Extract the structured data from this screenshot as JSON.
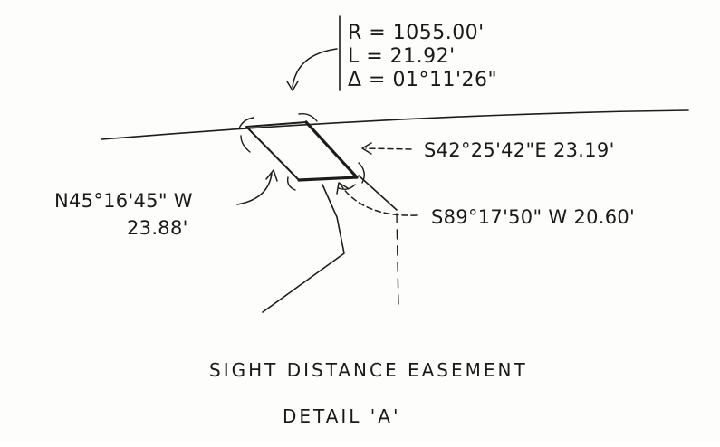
{
  "curve_data": {
    "radius": "R = 1055.00'",
    "length": "L = 21.92'",
    "delta": "Δ = 01°11'26\""
  },
  "bearings": {
    "east_side": "S42°25'42\"E 23.19'",
    "south_side": "S89°17'50\" W 20.60'",
    "west_side_bearing": "N45°16'45\" W",
    "west_side_distance": "23.88'"
  },
  "caption": {
    "title": "SIGHT DISTANCE EASEMENT",
    "detail": "DETAIL 'A'"
  }
}
